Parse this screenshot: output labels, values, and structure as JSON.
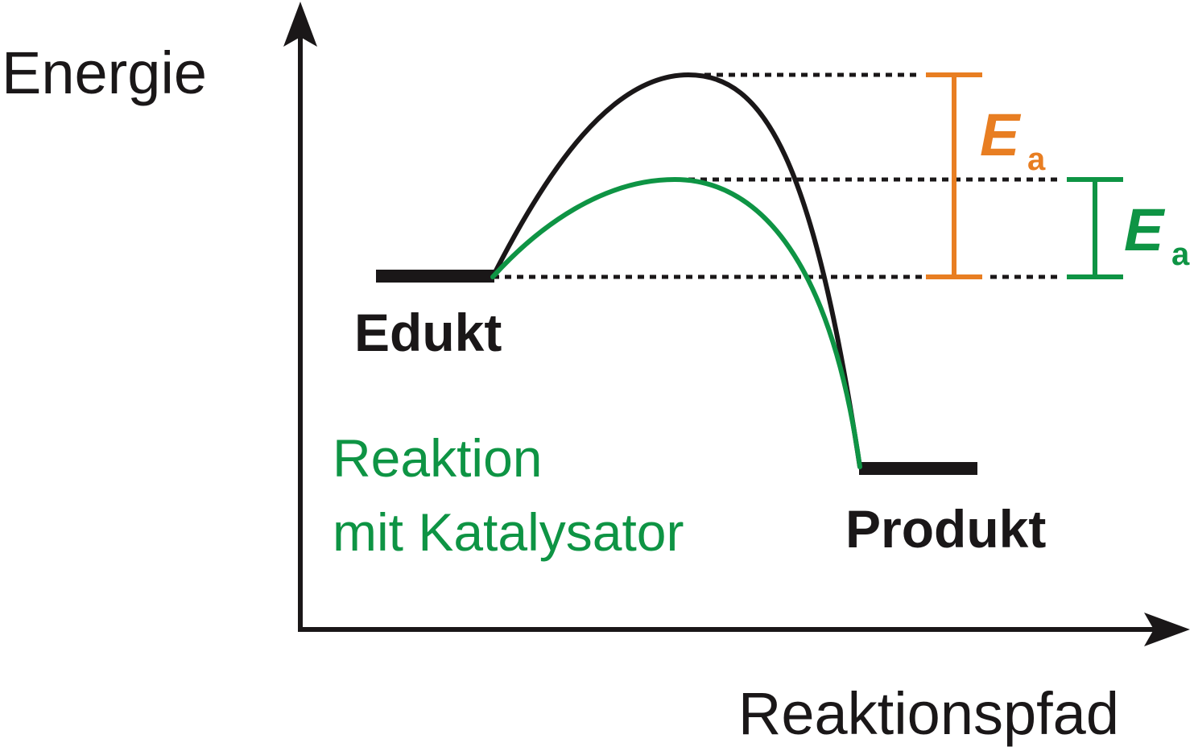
{
  "axes": {
    "y_label": "Energie",
    "x_label": "Reaktionspfad"
  },
  "levels": {
    "reactant": "Edukt",
    "product": "Produkt"
  },
  "catalyst_label": {
    "line1": "Reaktion",
    "line2": "mit Katalysator"
  },
  "activation_energy": {
    "uncatalyzed": {
      "symbol": "E",
      "subscript": "a",
      "color": "#e87e22"
    },
    "catalyzed": {
      "symbol": "E",
      "subscript": "a",
      "color": "#0e9444"
    }
  },
  "colors": {
    "uncatalyzed_curve": "#1a1718",
    "catalyzed_curve": "#0e9444",
    "axes": "#1a1718",
    "text": "#1a1718"
  }
}
